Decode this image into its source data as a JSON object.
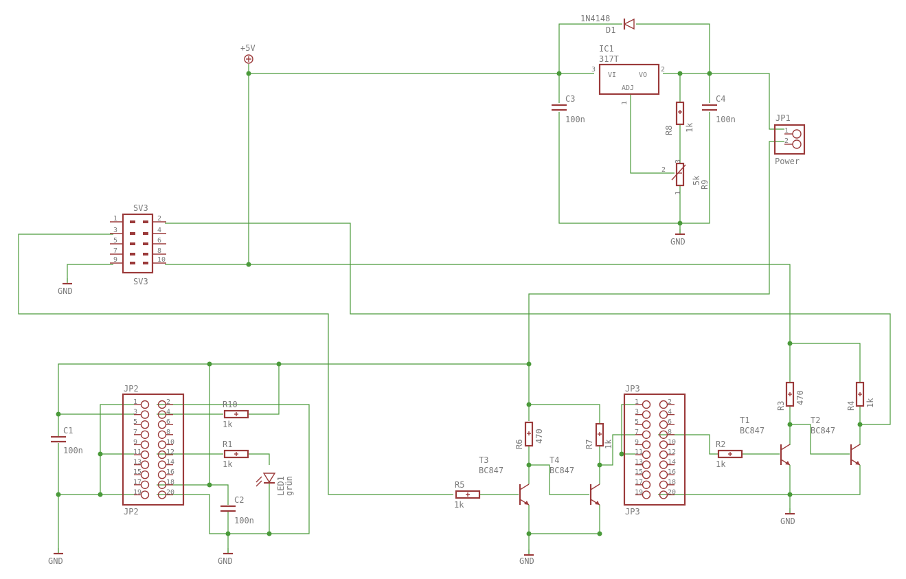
{
  "supply": {
    "vcc": "+5V",
    "gnd": "GND"
  },
  "regulator": {
    "name": "IC1",
    "value": "317T",
    "pin_vi": "VI",
    "pin_vo": "VO",
    "pin_adj": "ADJ",
    "pin1": "1",
    "pin2": "2",
    "pin3": "3"
  },
  "diode": {
    "name": "D1",
    "value": "1N4148"
  },
  "caps": {
    "c1": {
      "name": "C1",
      "value": "100n"
    },
    "c2": {
      "name": "C2",
      "value": "100n"
    },
    "c3": {
      "name": "C3",
      "value": "100n"
    },
    "c4": {
      "name": "C4",
      "value": "100n"
    }
  },
  "resistors": {
    "r1": {
      "name": "R1",
      "value": "1k"
    },
    "r2": {
      "name": "R2",
      "value": "1k"
    },
    "r3": {
      "name": "R3",
      "value": "470"
    },
    "r4": {
      "name": "R4",
      "value": "1k"
    },
    "r5": {
      "name": "R5",
      "value": "1k"
    },
    "r6": {
      "name": "R6",
      "value": "470"
    },
    "r7": {
      "name": "R7",
      "value": "1k"
    },
    "r8": {
      "name": "R8",
      "value": "1k"
    },
    "r9": {
      "name": "R9",
      "value": "5k"
    },
    "r10": {
      "name": "R10",
      "value": "1k"
    }
  },
  "pot_pins": {
    "p1": "1",
    "p2": "2",
    "p3": "3"
  },
  "transistors": {
    "t1": {
      "name": "T1",
      "value": "BC847"
    },
    "t2": {
      "name": "T2",
      "value": "BC847"
    },
    "t3": {
      "name": "T3",
      "value": "BC847"
    },
    "t4": {
      "name": "T4",
      "value": "BC847"
    }
  },
  "led": {
    "name": "LED1",
    "value": "grün"
  },
  "jp1": {
    "name": "JP1",
    "value": "Power",
    "pin1": "1",
    "pin2": "2"
  },
  "sv3": {
    "name": "SV3",
    "pins_left": [
      "1",
      "3",
      "5",
      "7",
      "9"
    ],
    "pins_right": [
      "2",
      "4",
      "6",
      "8",
      "10"
    ]
  },
  "jp2": {
    "name": "JP2",
    "pins_left": [
      "1",
      "3",
      "5",
      "7",
      "9",
      "11",
      "13",
      "15",
      "17",
      "19"
    ],
    "pins_right": [
      "2",
      "4",
      "6",
      "8",
      "10",
      "12",
      "14",
      "16",
      "18",
      "20"
    ]
  },
  "jp3": {
    "name": "JP3",
    "pins_left": [
      "1",
      "3",
      "5",
      "7",
      "9",
      "11",
      "13",
      "15",
      "17",
      "19"
    ],
    "pins_right": [
      "2",
      "4",
      "6",
      "8",
      "10",
      "12",
      "14",
      "16",
      "18",
      "20"
    ]
  },
  "colors": {
    "wire": "#4a9a3a",
    "part": "#9b3a3a",
    "text": "#7a7a7a"
  }
}
